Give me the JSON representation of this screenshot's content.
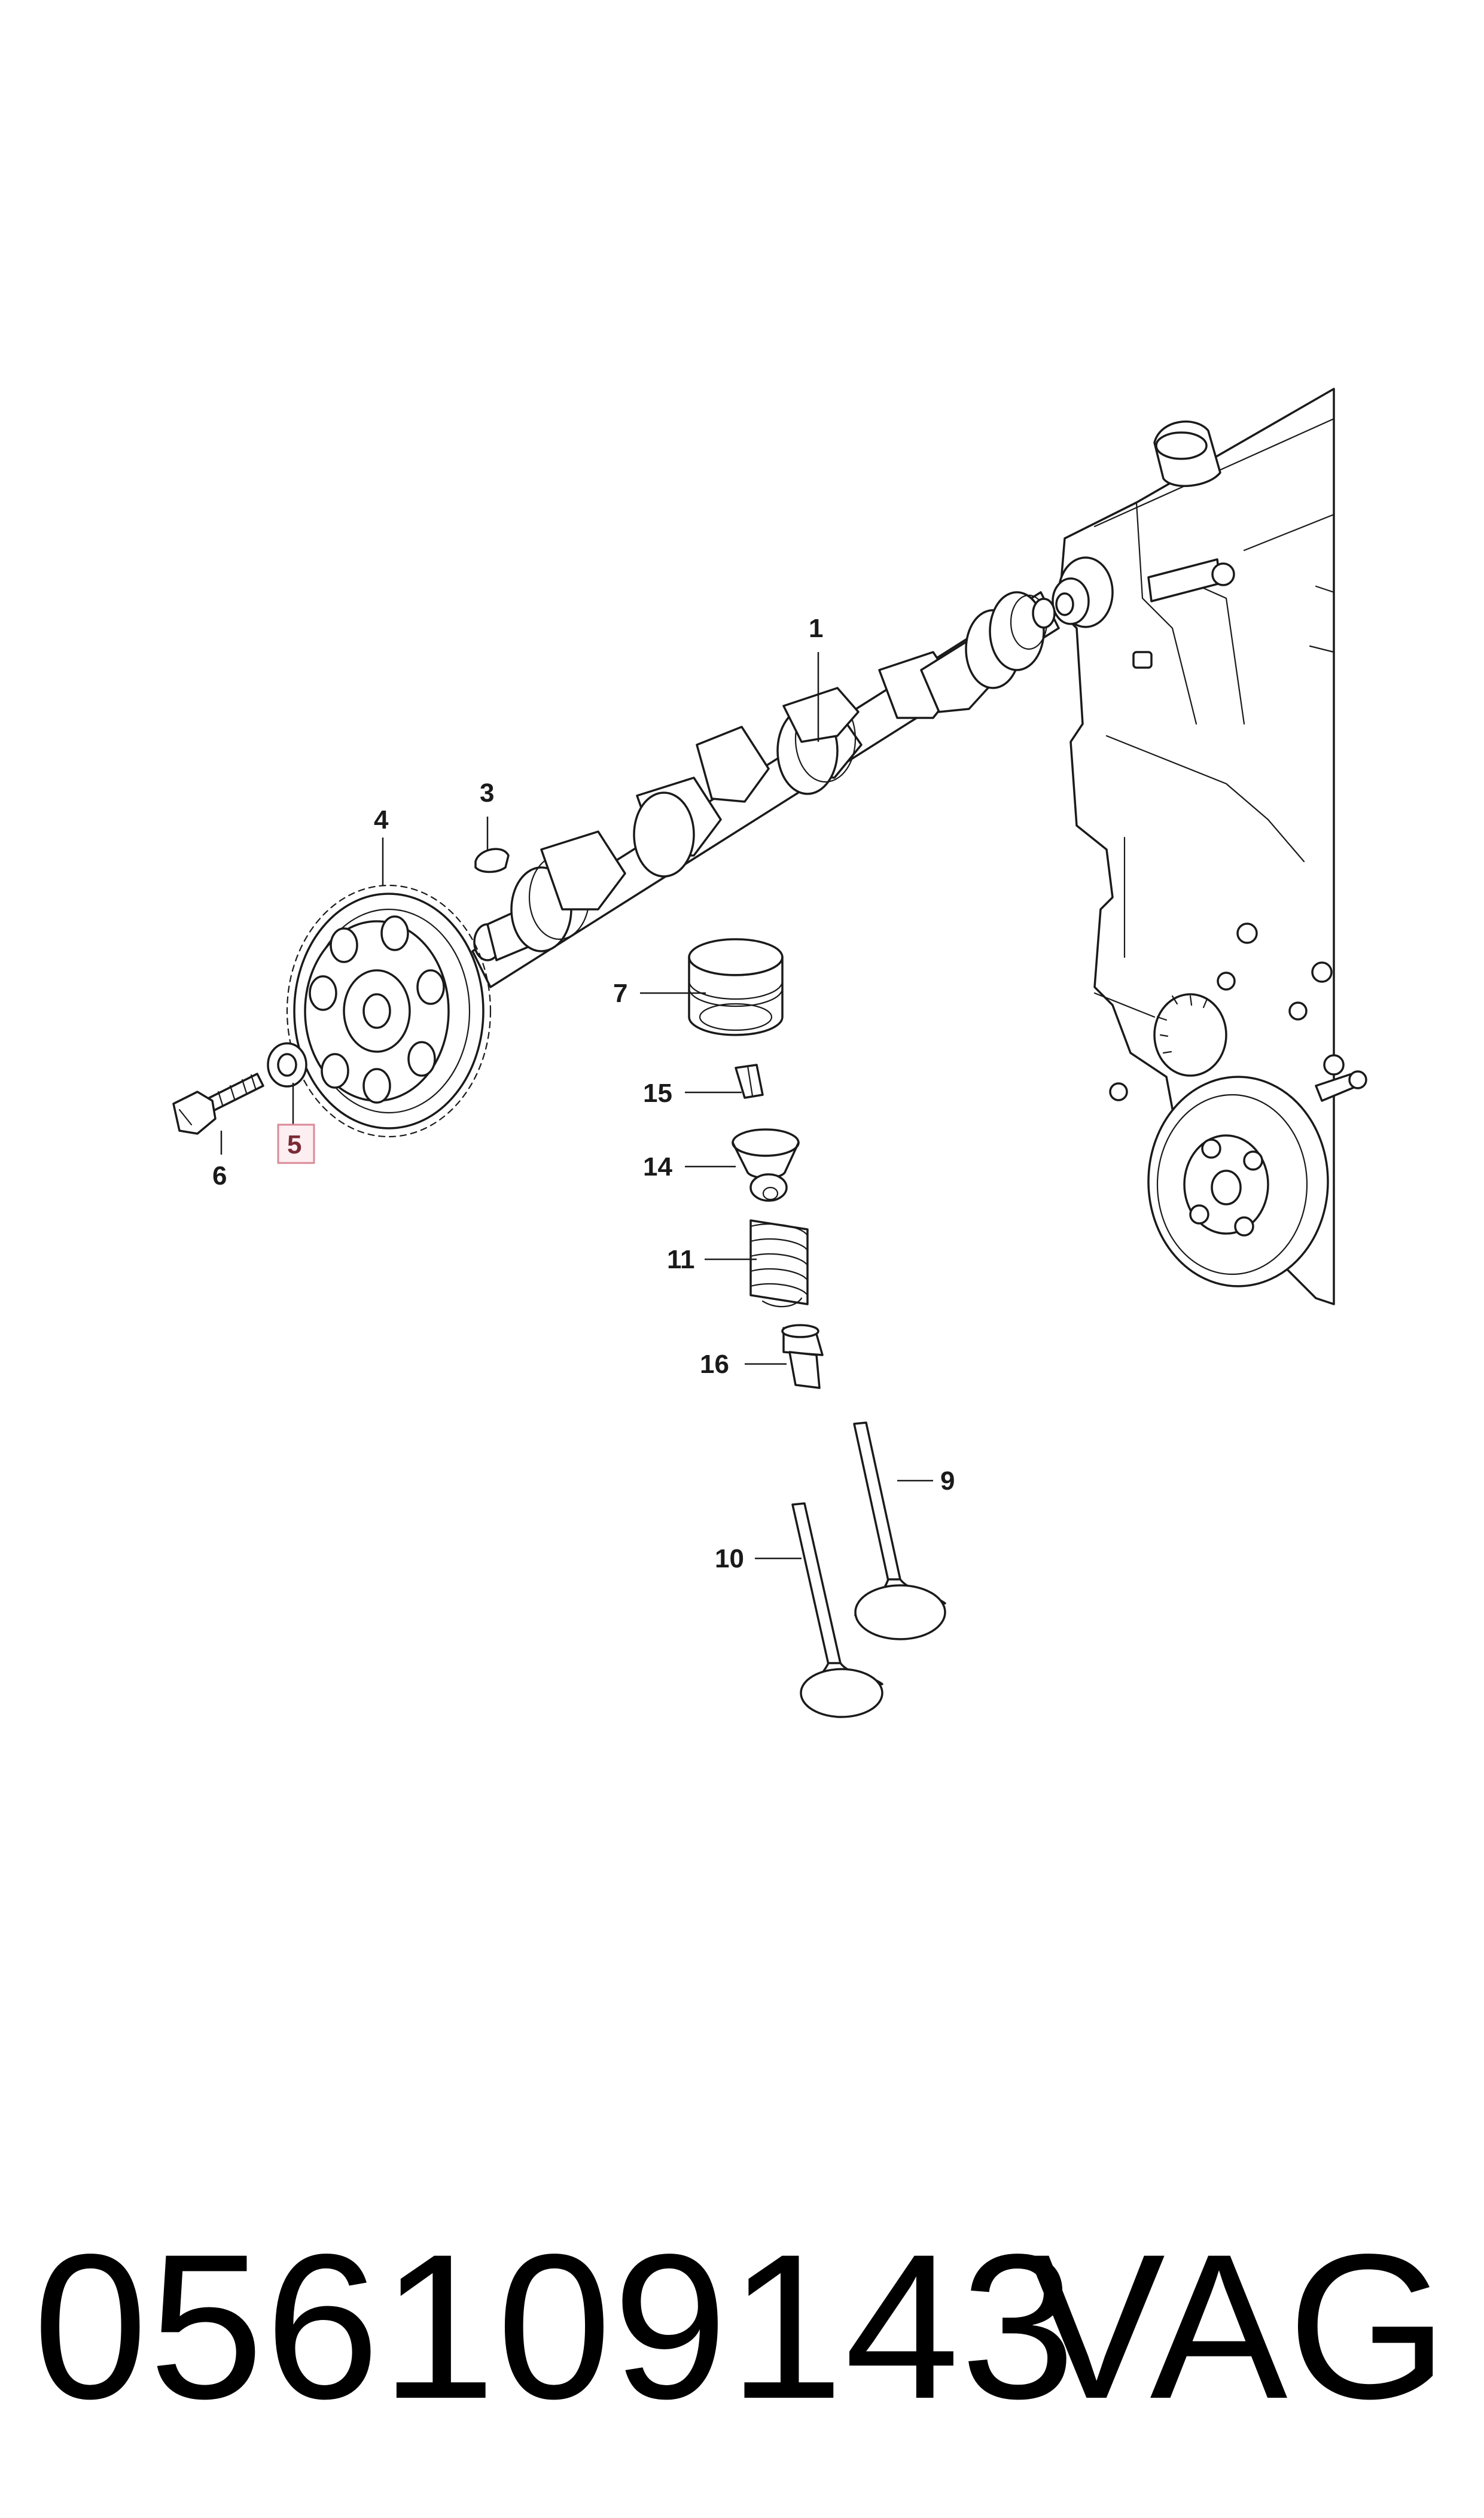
{
  "diagram": {
    "callouts": {
      "c1": "1",
      "c3": "3",
      "c4": "4",
      "c5": "5",
      "c6": "6",
      "c7": "7",
      "c9": "9",
      "c10": "10",
      "c11": "11",
      "c14": "14",
      "c15": "15",
      "c16": "16"
    },
    "highlighted_callout": "5",
    "highlight_color": "#d98a98"
  },
  "footer": {
    "part_number": "056109143",
    "brand": "VAG"
  }
}
